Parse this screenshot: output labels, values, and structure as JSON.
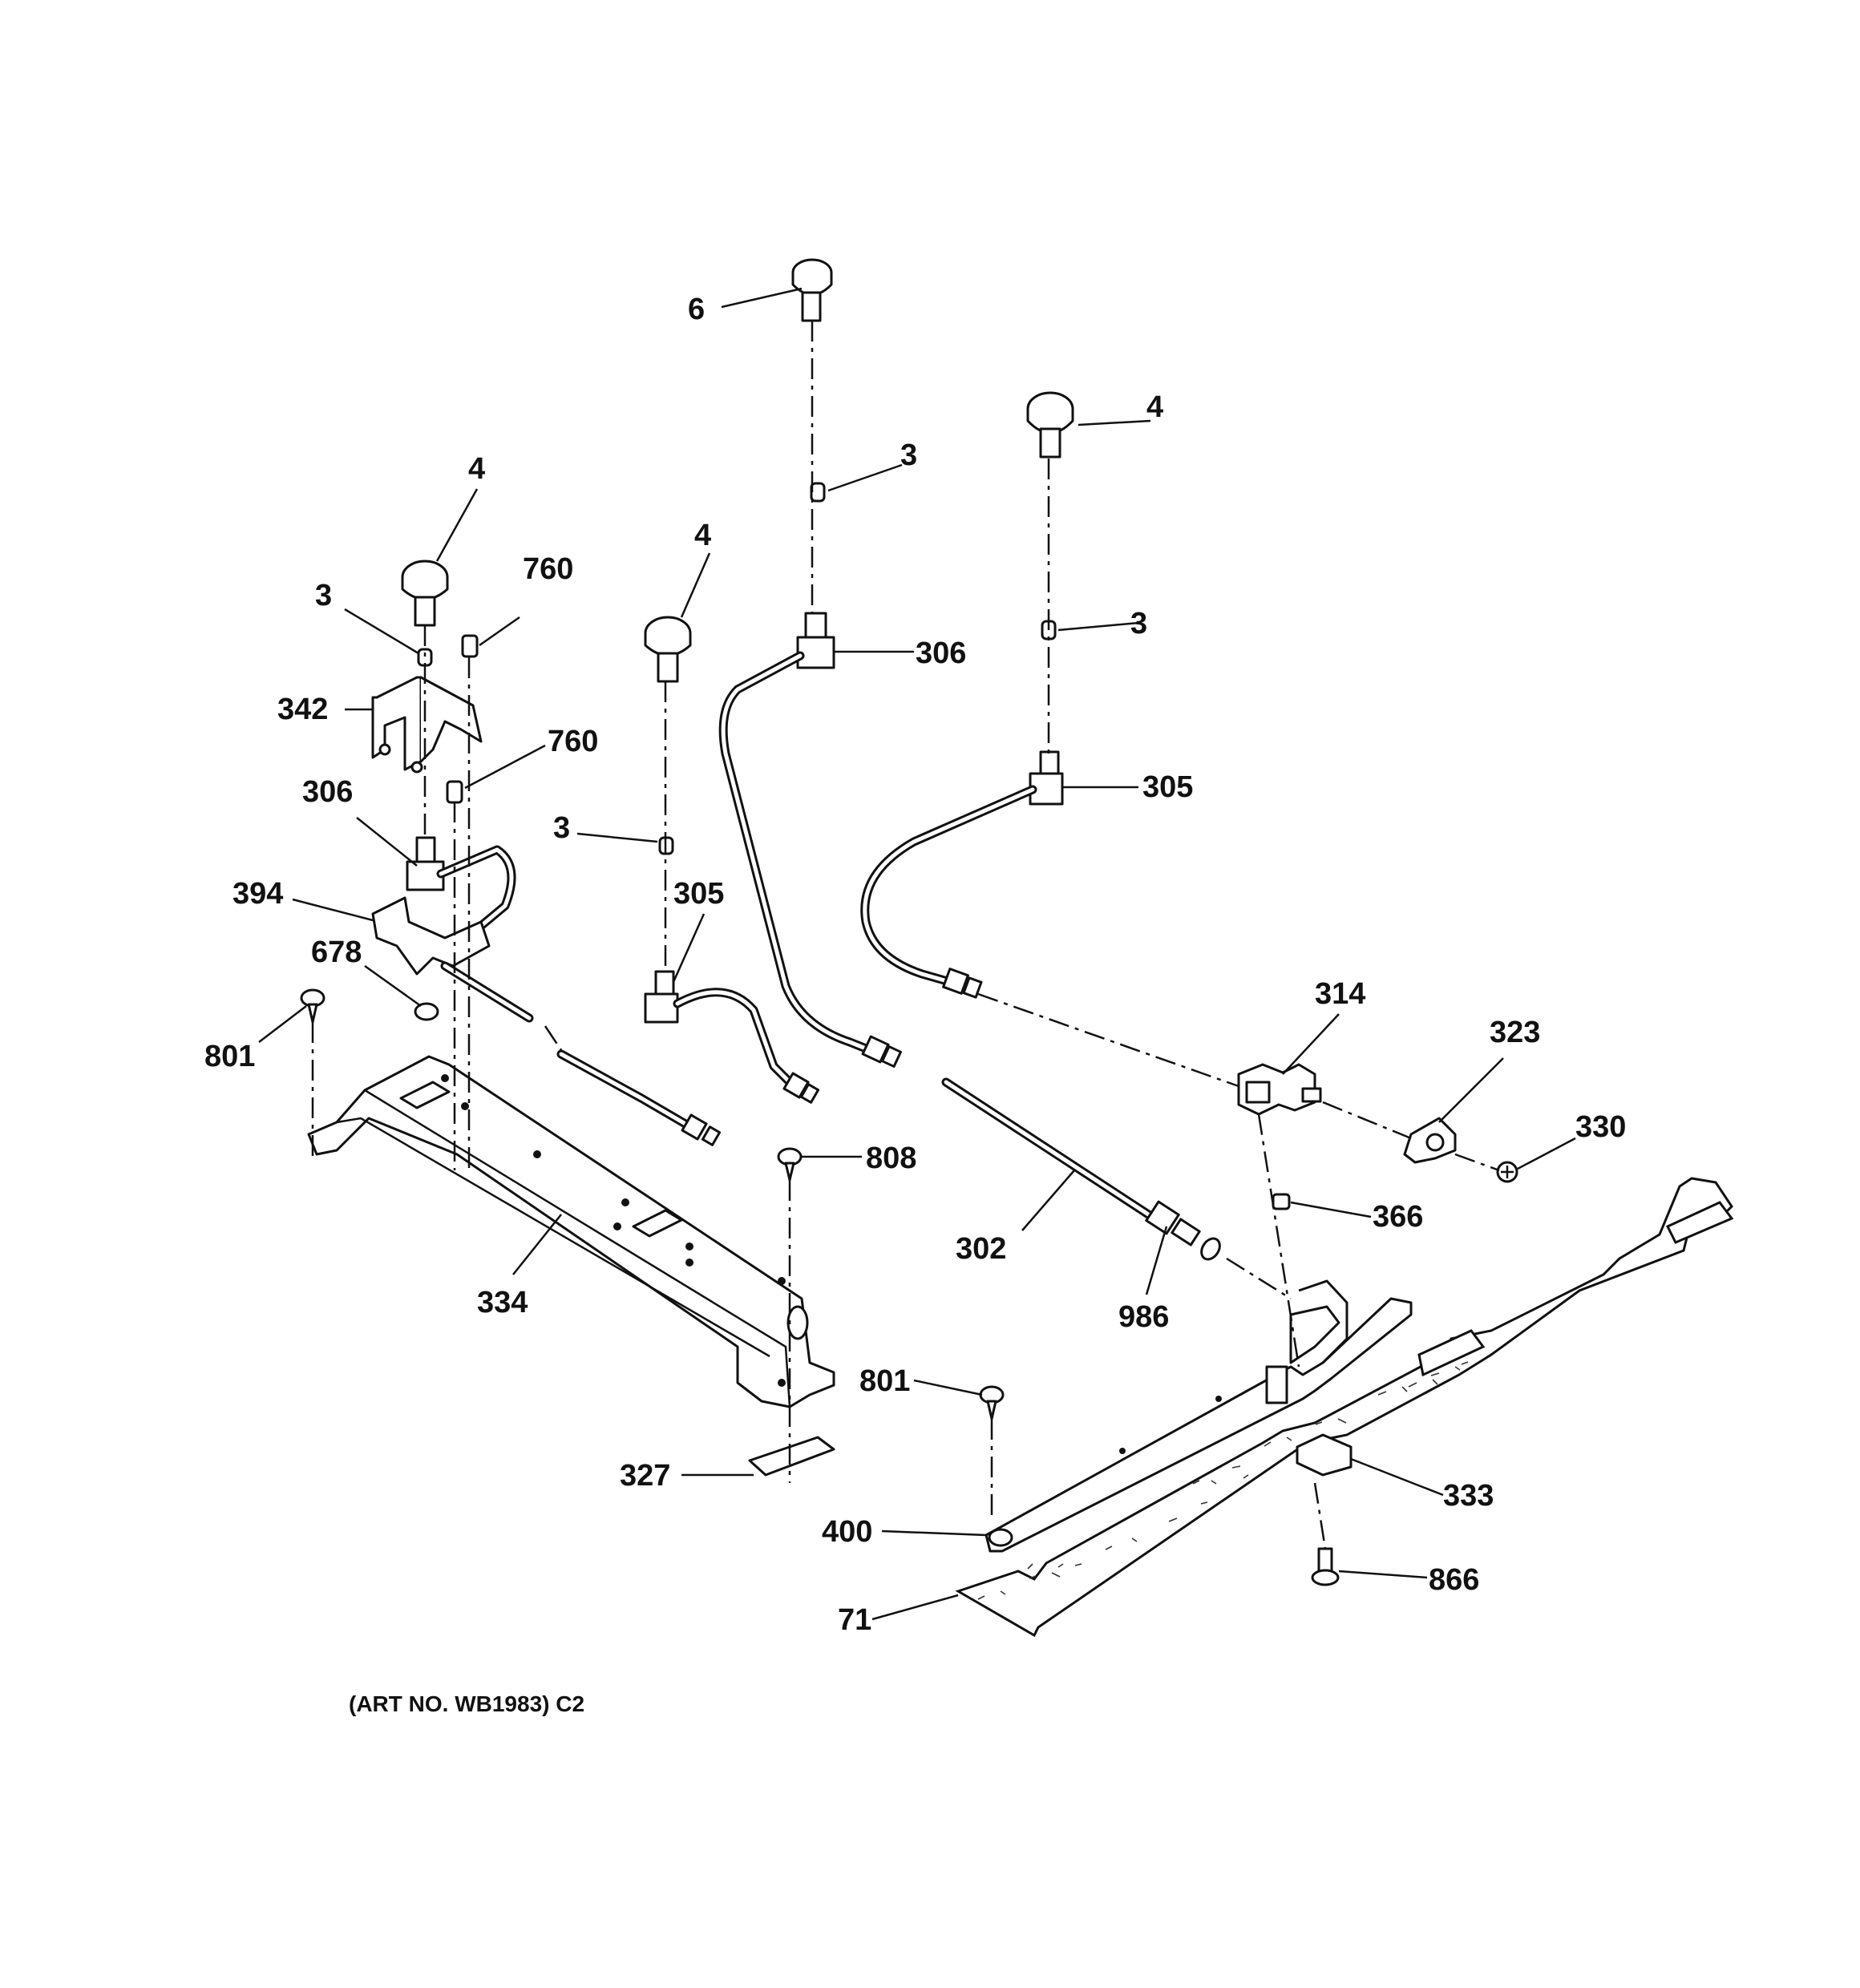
{
  "caption": "(ART NO. WB1983) C2",
  "callouts": [
    {
      "id": "c-6",
      "text": "6"
    },
    {
      "id": "c-3a",
      "text": "3"
    },
    {
      "id": "c-4a",
      "text": "4"
    },
    {
      "id": "c-4b",
      "text": "4"
    },
    {
      "id": "c-4c",
      "text": "4"
    },
    {
      "id": "c-760a",
      "text": "760"
    },
    {
      "id": "c-3b",
      "text": "3"
    },
    {
      "id": "c-306a",
      "text": "306"
    },
    {
      "id": "c-3c",
      "text": "3"
    },
    {
      "id": "c-342",
      "text": "342"
    },
    {
      "id": "c-760b",
      "text": "760"
    },
    {
      "id": "c-305a",
      "text": "305"
    },
    {
      "id": "c-306b",
      "text": "306"
    },
    {
      "id": "c-3d",
      "text": "3"
    },
    {
      "id": "c-305b",
      "text": "305"
    },
    {
      "id": "c-394",
      "text": "394"
    },
    {
      "id": "c-678",
      "text": "678"
    },
    {
      "id": "c-314",
      "text": "314"
    },
    {
      "id": "c-323",
      "text": "323"
    },
    {
      "id": "c-801a",
      "text": "801"
    },
    {
      "id": "c-330",
      "text": "330"
    },
    {
      "id": "c-808",
      "text": "808"
    },
    {
      "id": "c-366",
      "text": "366"
    },
    {
      "id": "c-302",
      "text": "302"
    },
    {
      "id": "c-334",
      "text": "334"
    },
    {
      "id": "c-986",
      "text": "986"
    },
    {
      "id": "c-801b",
      "text": "801"
    },
    {
      "id": "c-333",
      "text": "333"
    },
    {
      "id": "c-327",
      "text": "327"
    },
    {
      "id": "c-400",
      "text": "400"
    },
    {
      "id": "c-866",
      "text": "866"
    },
    {
      "id": "c-71",
      "text": "71"
    }
  ]
}
